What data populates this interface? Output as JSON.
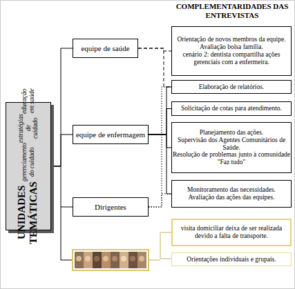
{
  "diagram": {
    "title": "COMPLEMENTARIDADES DAS ENTREVISTAS",
    "nodes": [
      {
        "text": [
          "UNIDADES TEMÁTICAS",
          "gerenciamento do cuidado",
          "estratégias de cuidado",
          "educação em saúde"
        ]
      },
      {
        "text": [
          "equipe de saúde"
        ]
      },
      {
        "text": [
          "equipe de enfermagem"
        ]
      },
      {
        "text": [
          "Dirigentes"
        ]
      },
      {
        "text": [
          "Orientação de novos membros da equipe.",
          "Avaliação bolsa família.",
          "cenário 2: dentista compartilha ações gerenciais com a enfermeira."
        ]
      },
      {
        "text": [
          "Elaboração de relatórios."
        ]
      },
      {
        "text": [
          "Solicitação de cotas para atendimento."
        ]
      },
      {
        "text": [
          "Planejamento das ações.",
          "Supervisão dos Agentes Comunitários de Saúde.",
          "Resolução de problemas junto à comunidade",
          "\"Faz tudo\""
        ]
      },
      {
        "text": [
          "Monitoramento das necessidades.",
          "Avaliação das ações das equipes."
        ]
      },
      {
        "text": [
          "visita domiciliar deixa de ser realizada devido a falta de transporte."
        ]
      },
      {
        "text": [
          "Orientações individuais e grupais."
        ]
      }
    ],
    "edges": [
      {
        "from": 0,
        "to": 1,
        "arrow": "none"
      },
      {
        "from": 0,
        "to": 2,
        "arrow": "none"
      },
      {
        "from": 0,
        "to": 3,
        "arrow": "none"
      },
      {
        "from": 1,
        "to": 4,
        "arrow": "none"
      },
      {
        "from": 1,
        "to": 5,
        "arrow": "none"
      },
      {
        "from": 2,
        "to": 5,
        "arrow": "none"
      },
      {
        "from": 2,
        "to": 6,
        "arrow": "none"
      },
      {
        "from": 2,
        "to": 7,
        "arrow": "none"
      },
      {
        "from": 2,
        "to": 8,
        "arrow": "none"
      },
      {
        "from": 3,
        "to": 8,
        "arrow": "none"
      },
      {
        "from": 3,
        "to": 5,
        "arrow": "none"
      }
    ]
  }
}
